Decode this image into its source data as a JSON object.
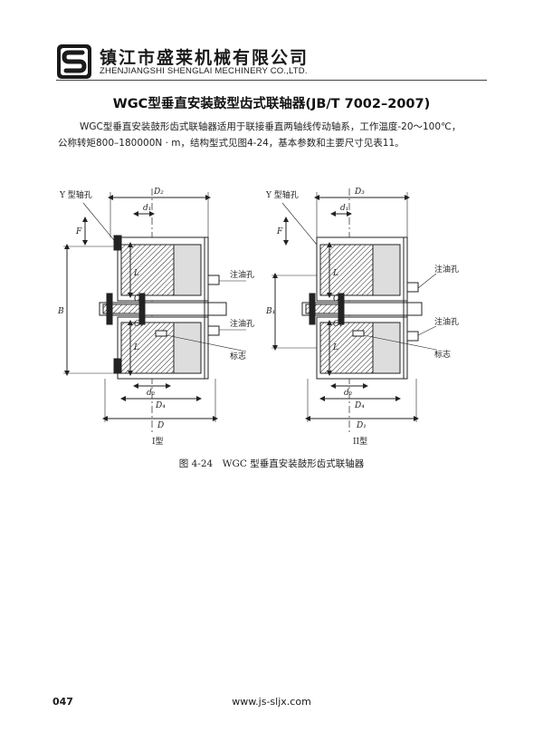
{
  "header": {
    "company_cn": "镇江市盛莱机械有限公司",
    "company_en": "ZHENJIANGSHI SHENGLAI MECHINERY CO.,LTD.",
    "logo_icon": "company-logo-icon"
  },
  "title": "WGC型垂直安装鼓型齿式联轴器(JB/T 7002–2007)",
  "intro": {
    "line1": "WGC型垂直安装鼓形齿式联轴器适用于联接垂直两轴线传动轴系，工作温度-20～100℃，",
    "line2": "公称转矩800–180000N · m，结构型式见图4-24，基本参数和主要尺寸见表11。"
  },
  "figure": {
    "type1": {
      "y_hole": "Y 型轴孔",
      "d2_top": "D₂",
      "d1": "d₁",
      "f": "F",
      "b": "B",
      "l_top": "L",
      "l_bottom": "L",
      "c": "C",
      "c1": "C₁",
      "d2_small": "d₂",
      "d4": "D₄",
      "d": "D",
      "oil_hole": "注油孔",
      "oil_hole_2": "注油孔",
      "mark": "标志",
      "label": "I型"
    },
    "type2": {
      "y_hole": "Y 型轴孔",
      "d3_top": "D₃",
      "d1": "d₁",
      "f": "F",
      "b1": "B₁",
      "l_top": "L",
      "l_bottom": "L",
      "c": "C",
      "c1": "C₁",
      "d2_small": "d₂",
      "d4": "D₄",
      "d1_bottom": "D₁",
      "oil_hole": "注油孔",
      "oil_hole_2": "注油孔",
      "mark": "标志",
      "label": "II型"
    },
    "caption": "图 4-24　WGC 型垂直安装鼓形齿式联轴器"
  },
  "footer": {
    "page": "047",
    "url": "www.js-sljx.com"
  }
}
